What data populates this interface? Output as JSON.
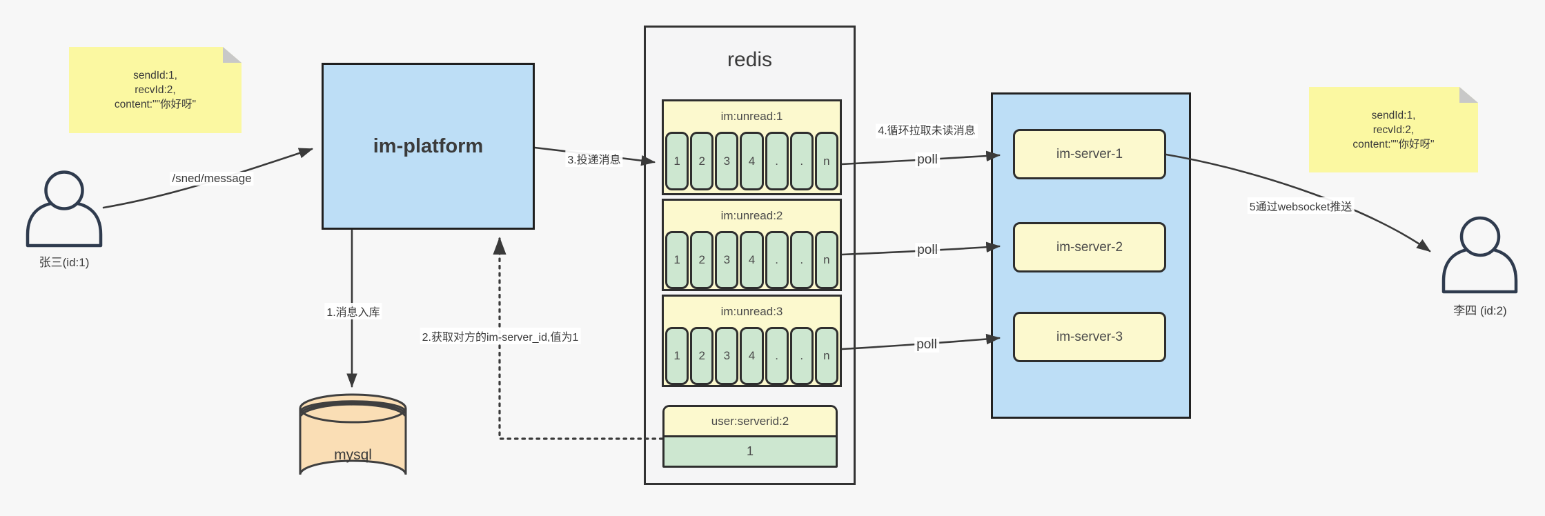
{
  "notes": {
    "left": {
      "lines": [
        "sendId:1,",
        "recvId:2,",
        "content:\"\"你好呀\""
      ]
    },
    "right": {
      "lines": [
        "sendId:1,",
        "recvId:2,",
        "content:\"\"你好呀\""
      ]
    }
  },
  "actors": {
    "sender": {
      "label": "张三(id:1)"
    },
    "receiver": {
      "label": "李四 (id:2)"
    }
  },
  "platform": {
    "label": "im-platform"
  },
  "database": {
    "label": "mysql"
  },
  "redis": {
    "title": "redis",
    "queues": [
      {
        "name": "im:unread:1",
        "cells": [
          "1",
          "2",
          "3",
          "4",
          ".",
          ".",
          "n"
        ]
      },
      {
        "name": "im:unread:2",
        "cells": [
          "1",
          "2",
          "3",
          "4",
          ".",
          ".",
          "n"
        ]
      },
      {
        "name": "im:unread:3",
        "cells": [
          "1",
          "2",
          "3",
          "4",
          ".",
          ".",
          "n"
        ]
      }
    ],
    "kv": {
      "key": "user:serverid:2",
      "value": "1"
    }
  },
  "cluster": {
    "servers": [
      "im-server-1",
      "im-server-2",
      "im-server-3"
    ]
  },
  "edges": {
    "send": "/sned/message",
    "step1": "1.消息入库",
    "step2": "2.获取对方的im-server_id,值为1",
    "step3": "3.投递消息",
    "step4": "4.循环拉取未读消息",
    "step5": "5通过websocket推送",
    "polls": [
      "poll",
      "poll",
      "poll"
    ]
  },
  "colors": {
    "background": "#F7F7F7",
    "node_blue": "#BDDEF6",
    "sticky_yellow": "#FBF8A1",
    "pale_yellow": "#FCF9CE",
    "cell_green": "#CDE7D0",
    "db_tan": "#FADEB5",
    "stroke": "#3A3A3A",
    "person": "#2F3B4E"
  }
}
